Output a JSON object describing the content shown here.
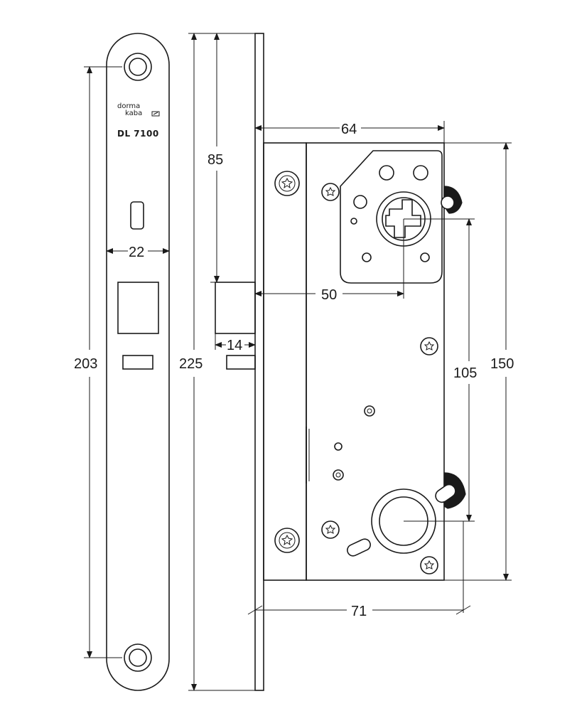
{
  "faceplate": {
    "brand_line1": "dorma",
    "brand_line2": "kaba",
    "model": "DL 7100"
  },
  "dimensions": {
    "faceplate_width": "22",
    "faceplate_hole_spacing": "203",
    "faceplate_length": "225",
    "latch_height": "85",
    "latch_projection": "14",
    "backset_case": "64",
    "backset_spindle": "50",
    "spindle_to_cylinder": "105",
    "case_height": "150",
    "cylinder_backset": "71"
  },
  "colors": {
    "line": "#1a1a1a",
    "background": "#ffffff"
  }
}
